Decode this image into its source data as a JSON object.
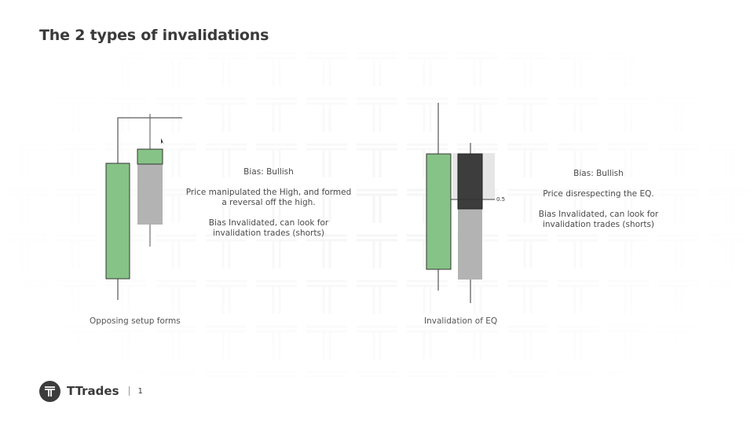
{
  "slide": {
    "title": "The 2 types of invalidations"
  },
  "panels": [
    {
      "caption": "Opposing setup forms",
      "text_lines": [
        "Bias: Bullish",
        "",
        "Price manipulated the High, and formed",
        "a reversal off the high.",
        "",
        "Bias Invalidated, can look for",
        "invalidation trades (shorts)"
      ]
    },
    {
      "caption": "Invalidation of EQ",
      "eq_label": "0.5",
      "text_lines": [
        "Bias: Bullish",
        "",
        "Price disrespecting the EQ.",
        "",
        "Bias Invalidated, can look for",
        "invalidation trades (shorts)"
      ]
    }
  ],
  "footer": {
    "brand": "TTrades",
    "page_number": "1"
  },
  "colors": {
    "bull_candle": "#86c386",
    "bear_candle": "#3d3d3d",
    "projected_candle": "#b3b3b3",
    "eq_box": "#e6e6e6",
    "text": "#3a3a3a"
  },
  "icons": {
    "logo": "ttrades-logo-icon",
    "cursor": "pointer-cursor-icon"
  }
}
